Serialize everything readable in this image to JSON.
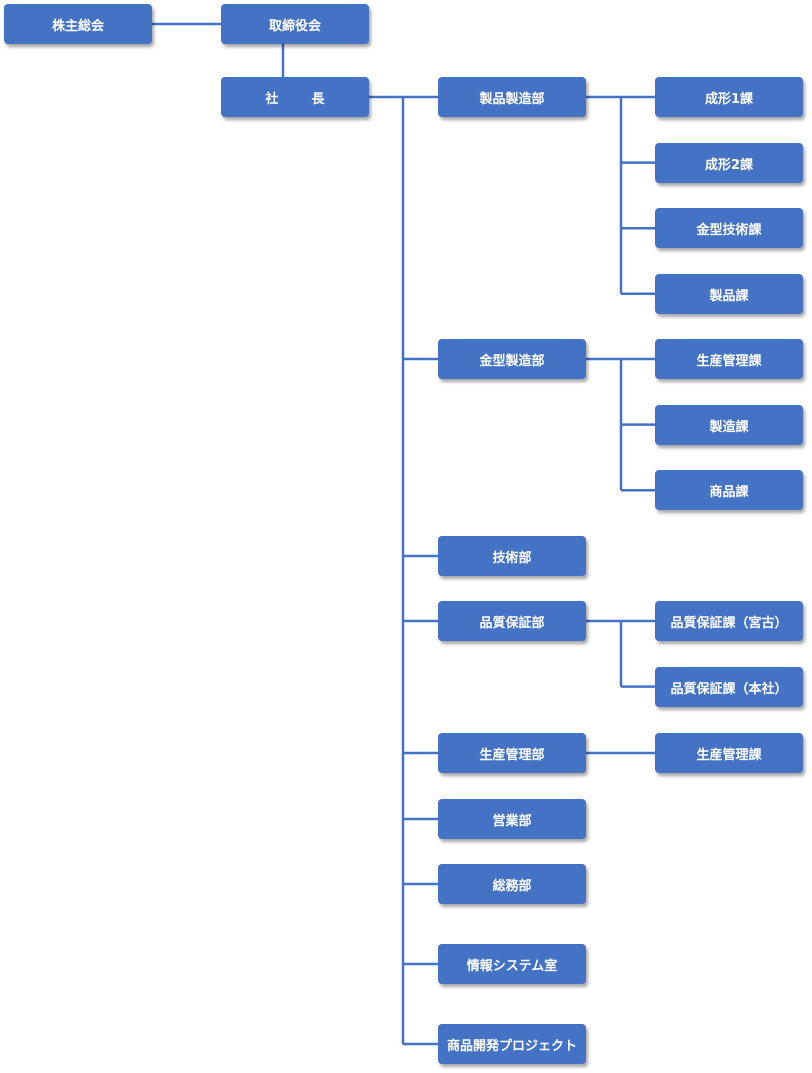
{
  "colors": {
    "box": "#4472c4",
    "line": "#4472c4",
    "text": "#ffffff"
  },
  "org": {
    "shareholders": "株主総会",
    "board": "取締役会",
    "president": "社 長",
    "departments": [
      {
        "name": "製品製造部",
        "sections": [
          "成形1課",
          "成形2課",
          "金型技術課",
          "製品課"
        ]
      },
      {
        "name": "金型製造部",
        "sections": [
          "生産管理課",
          "製造課",
          "商品課"
        ]
      },
      {
        "name": "技術部",
        "sections": []
      },
      {
        "name": "品質保証部",
        "sections": [
          "品質保証課（宮古）",
          "品質保証課（本社）"
        ]
      },
      {
        "name": "生産管理部",
        "sections": [
          "生産管理課"
        ]
      },
      {
        "name": "営業部",
        "sections": []
      },
      {
        "name": "総務部",
        "sections": []
      },
      {
        "name": "情報システム室",
        "sections": []
      },
      {
        "name": "商品開発プロジェクト",
        "sections": []
      }
    ]
  }
}
